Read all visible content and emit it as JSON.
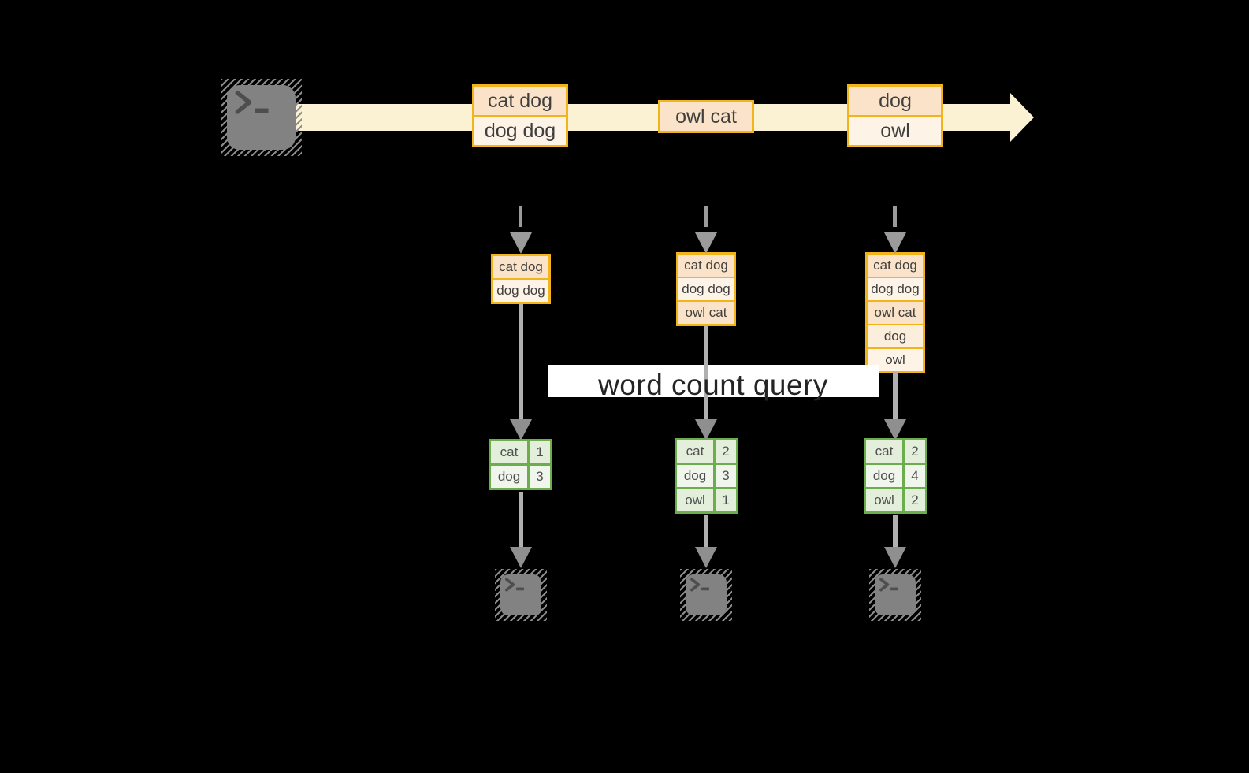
{
  "query_label": "word count query",
  "stream_batches": [
    [
      "cat dog",
      "dog dog"
    ],
    [
      "owl cat"
    ],
    [
      "dog",
      "owl"
    ]
  ],
  "state_stacks": [
    [
      "cat dog",
      "dog dog"
    ],
    [
      "cat dog",
      "dog dog",
      "owl cat"
    ],
    [
      "cat dog",
      "dog dog",
      "owl cat",
      "dog",
      "owl"
    ]
  ],
  "count_tables": [
    [
      [
        "cat",
        "1"
      ],
      [
        "dog",
        "3"
      ]
    ],
    [
      [
        "cat",
        "2"
      ],
      [
        "dog",
        "3"
      ],
      [
        "owl",
        "1"
      ]
    ],
    [
      [
        "cat",
        "2"
      ],
      [
        "dog",
        "4"
      ],
      [
        "owl",
        "2"
      ]
    ]
  ],
  "icons": {
    "source": "terminal-icon",
    "sinks": [
      "terminal-icon",
      "terminal-icon",
      "terminal-icon"
    ]
  },
  "palette": {
    "background": "#000000",
    "stream_fill": "#fbf2d4",
    "record_border": "#f1b51b",
    "record_fill_dark": "#fae3c8",
    "record_fill_light": "#fdf4e7",
    "table_border": "#6cae4d",
    "table_fill_dark": "#e3eedb",
    "table_fill_light": "#f1f6ed",
    "arrow_gray": "#a9a9a9",
    "terminal_gray": "#828282",
    "label_background": "#ffffff"
  }
}
